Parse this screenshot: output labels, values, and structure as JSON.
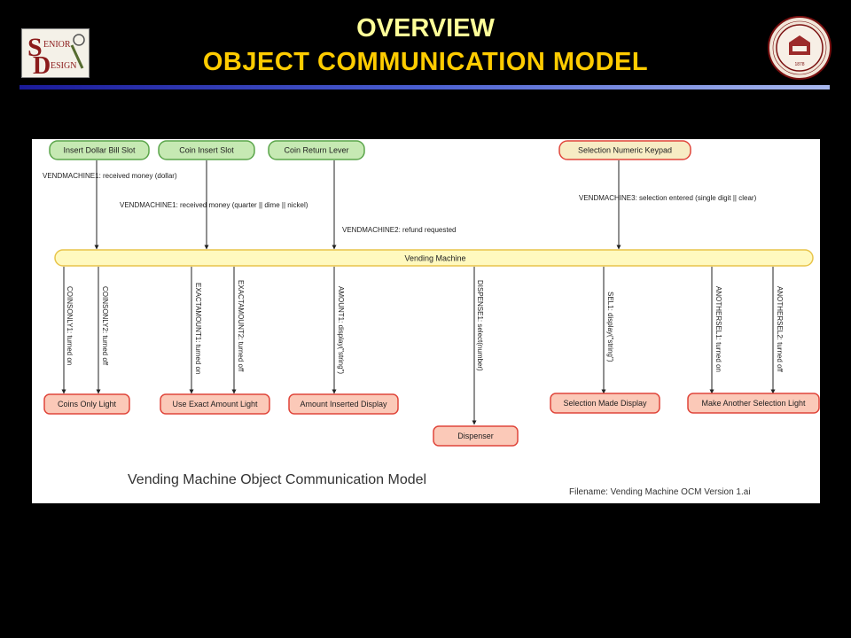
{
  "header": {
    "title_line1": "OVERVIEW",
    "title_line2": "OBJECT  COMMUNICATION  MODEL"
  },
  "logos": {
    "left": "SENIOR DESIGN",
    "right": "MISSISSIPPI STATE UNIVERSITY"
  },
  "diagram": {
    "caption": "Vending Machine Object Communication Model",
    "filename": "Filename: Vending Machine OCM Version 1.ai",
    "inputs": [
      {
        "label": "Insert Dollar Bill Slot",
        "color": "green"
      },
      {
        "label": "Coin Insert Slot",
        "color": "green"
      },
      {
        "label": "Coin Return Lever",
        "color": "green"
      },
      {
        "label": "Selection Numeric Keypad",
        "color": "red"
      }
    ],
    "incoming_messages": [
      "VENDMACHINE1: received money (dollar)",
      "VENDMACHINE1: received money (quarter || dime || nickel)",
      "VENDMACHINE2: refund requested",
      "VENDMACHINE3: selection entered (single digit || clear)"
    ],
    "central": "Vending Machine",
    "outgoing_messages": [
      "COINSONLY1: turned on",
      "COINSONLY2: turned off",
      "EXACTAMOUNT1: turned on",
      "EXACTAMOUNT2: turned off",
      "AMOUNT1: display(\"string\")",
      "DISPENSE1: select(number)",
      "SEL1: display(\"string\")",
      "ANOTHERSEL1: turned on",
      "ANOTHERSEL2: turned off"
    ],
    "outputs": [
      "Coins Only Light",
      "Use Exact Amount Light",
      "Amount Inserted Display",
      "Dispenser",
      "Selection Made Display",
      "Make Another Selection Light"
    ]
  }
}
